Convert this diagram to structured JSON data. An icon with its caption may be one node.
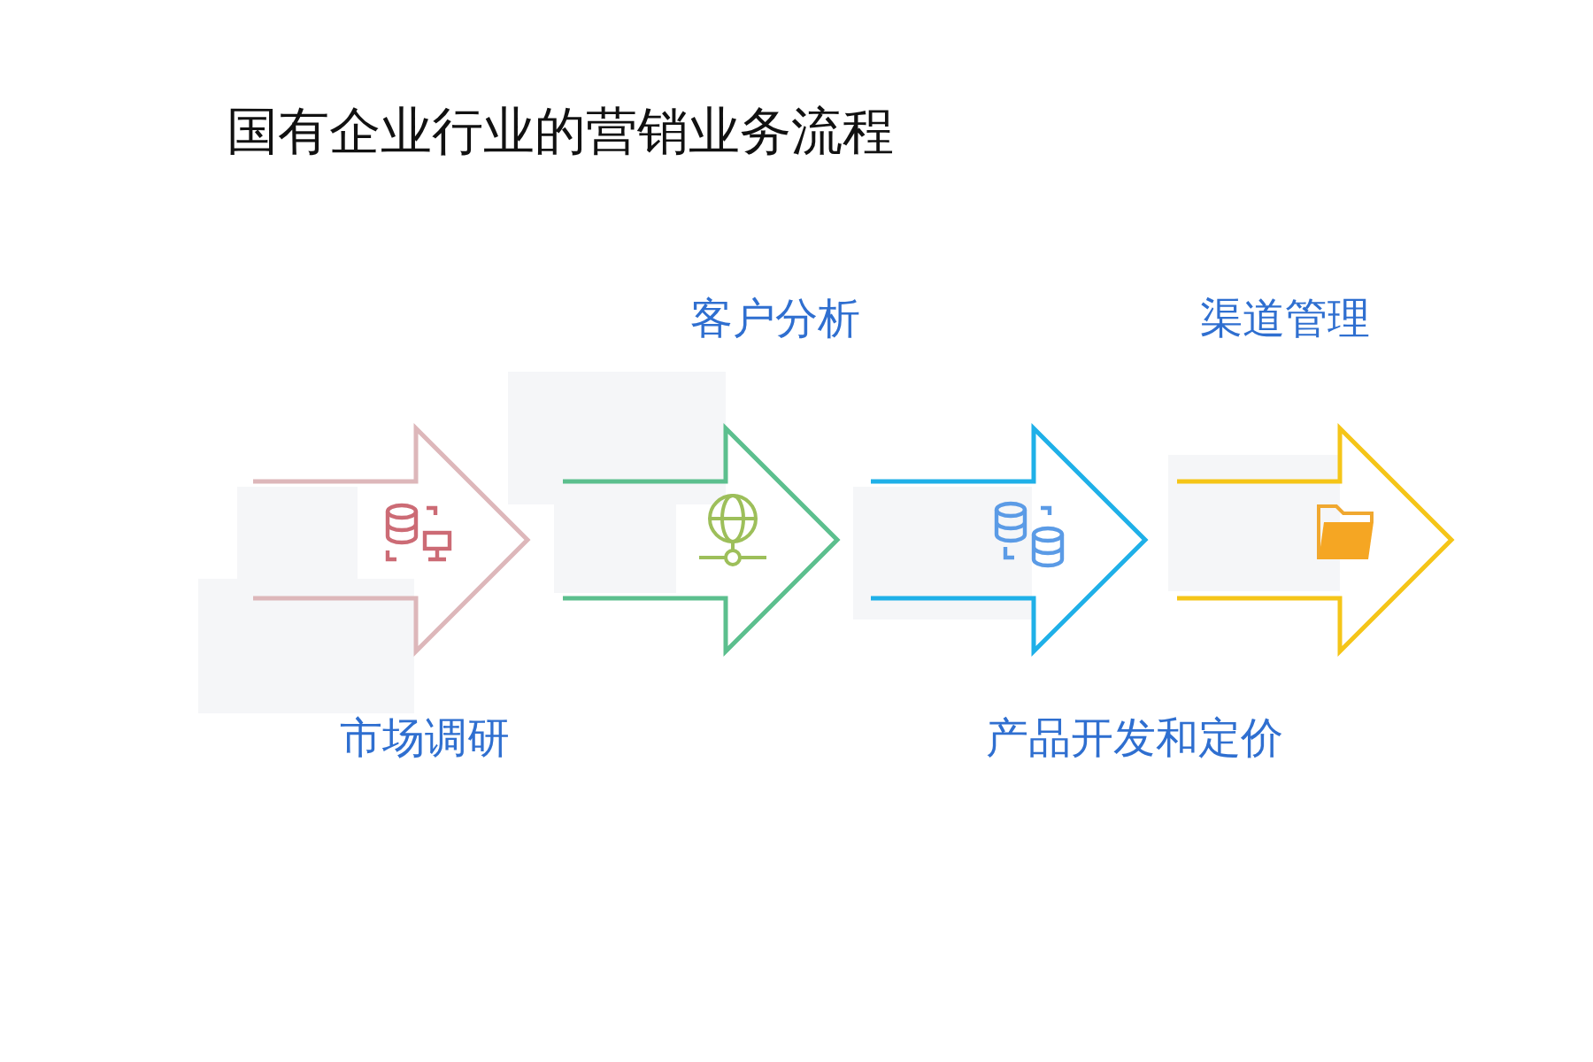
{
  "diagram": {
    "title": "国有企业行业的营销业务流程",
    "nodes": [
      {
        "text": [],
        "shape": "arrow",
        "beside": [
          "市场调研"
        ]
      },
      {
        "text": [],
        "shape": "arrow",
        "beside": [
          "客户分析"
        ]
      },
      {
        "text": [],
        "shape": "arrow",
        "beside": [
          "产品开发和定价"
        ]
      },
      {
        "text": [],
        "shape": "arrow",
        "beside": [
          "渠道管理"
        ]
      }
    ]
  }
}
